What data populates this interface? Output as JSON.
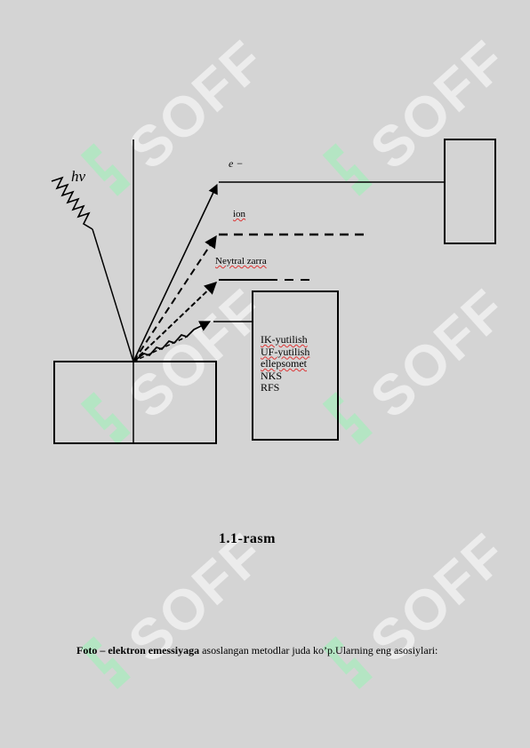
{
  "watermark": {
    "text": "SOFF"
  },
  "diagram": {
    "photon_label": "hν",
    "electron_label": "e −",
    "ion_label": "ion",
    "neutral_label": "Neytral zarra",
    "methods": [
      "IK-yutilish",
      "UF-yutilish",
      "ellepsomet",
      "NKS",
      "RFS"
    ]
  },
  "caption": "1.1-rasm",
  "paragraph": {
    "lead": "Foto – elektron emessiyaga",
    "rest": " asoslangan metodlar juda ko’p.Ularning eng asosiylari:"
  }
}
